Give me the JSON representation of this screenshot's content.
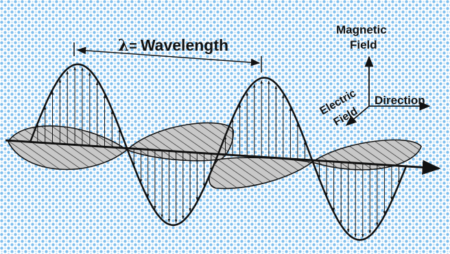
{
  "diagram": {
    "wavelength_symbol": "λ",
    "wavelength_equals": "=",
    "wavelength_label": "Wavelength",
    "magnetic_line1": "Magnetic",
    "magnetic_line2": "Field",
    "direction_label": "Direction",
    "electric_line1": "Electric",
    "electric_line2": "Field"
  },
  "colors": {
    "background": "#ffffff",
    "dots": "#7fbfee",
    "ink": "#111111",
    "shaded_lobe": "#c8c8c8"
  }
}
